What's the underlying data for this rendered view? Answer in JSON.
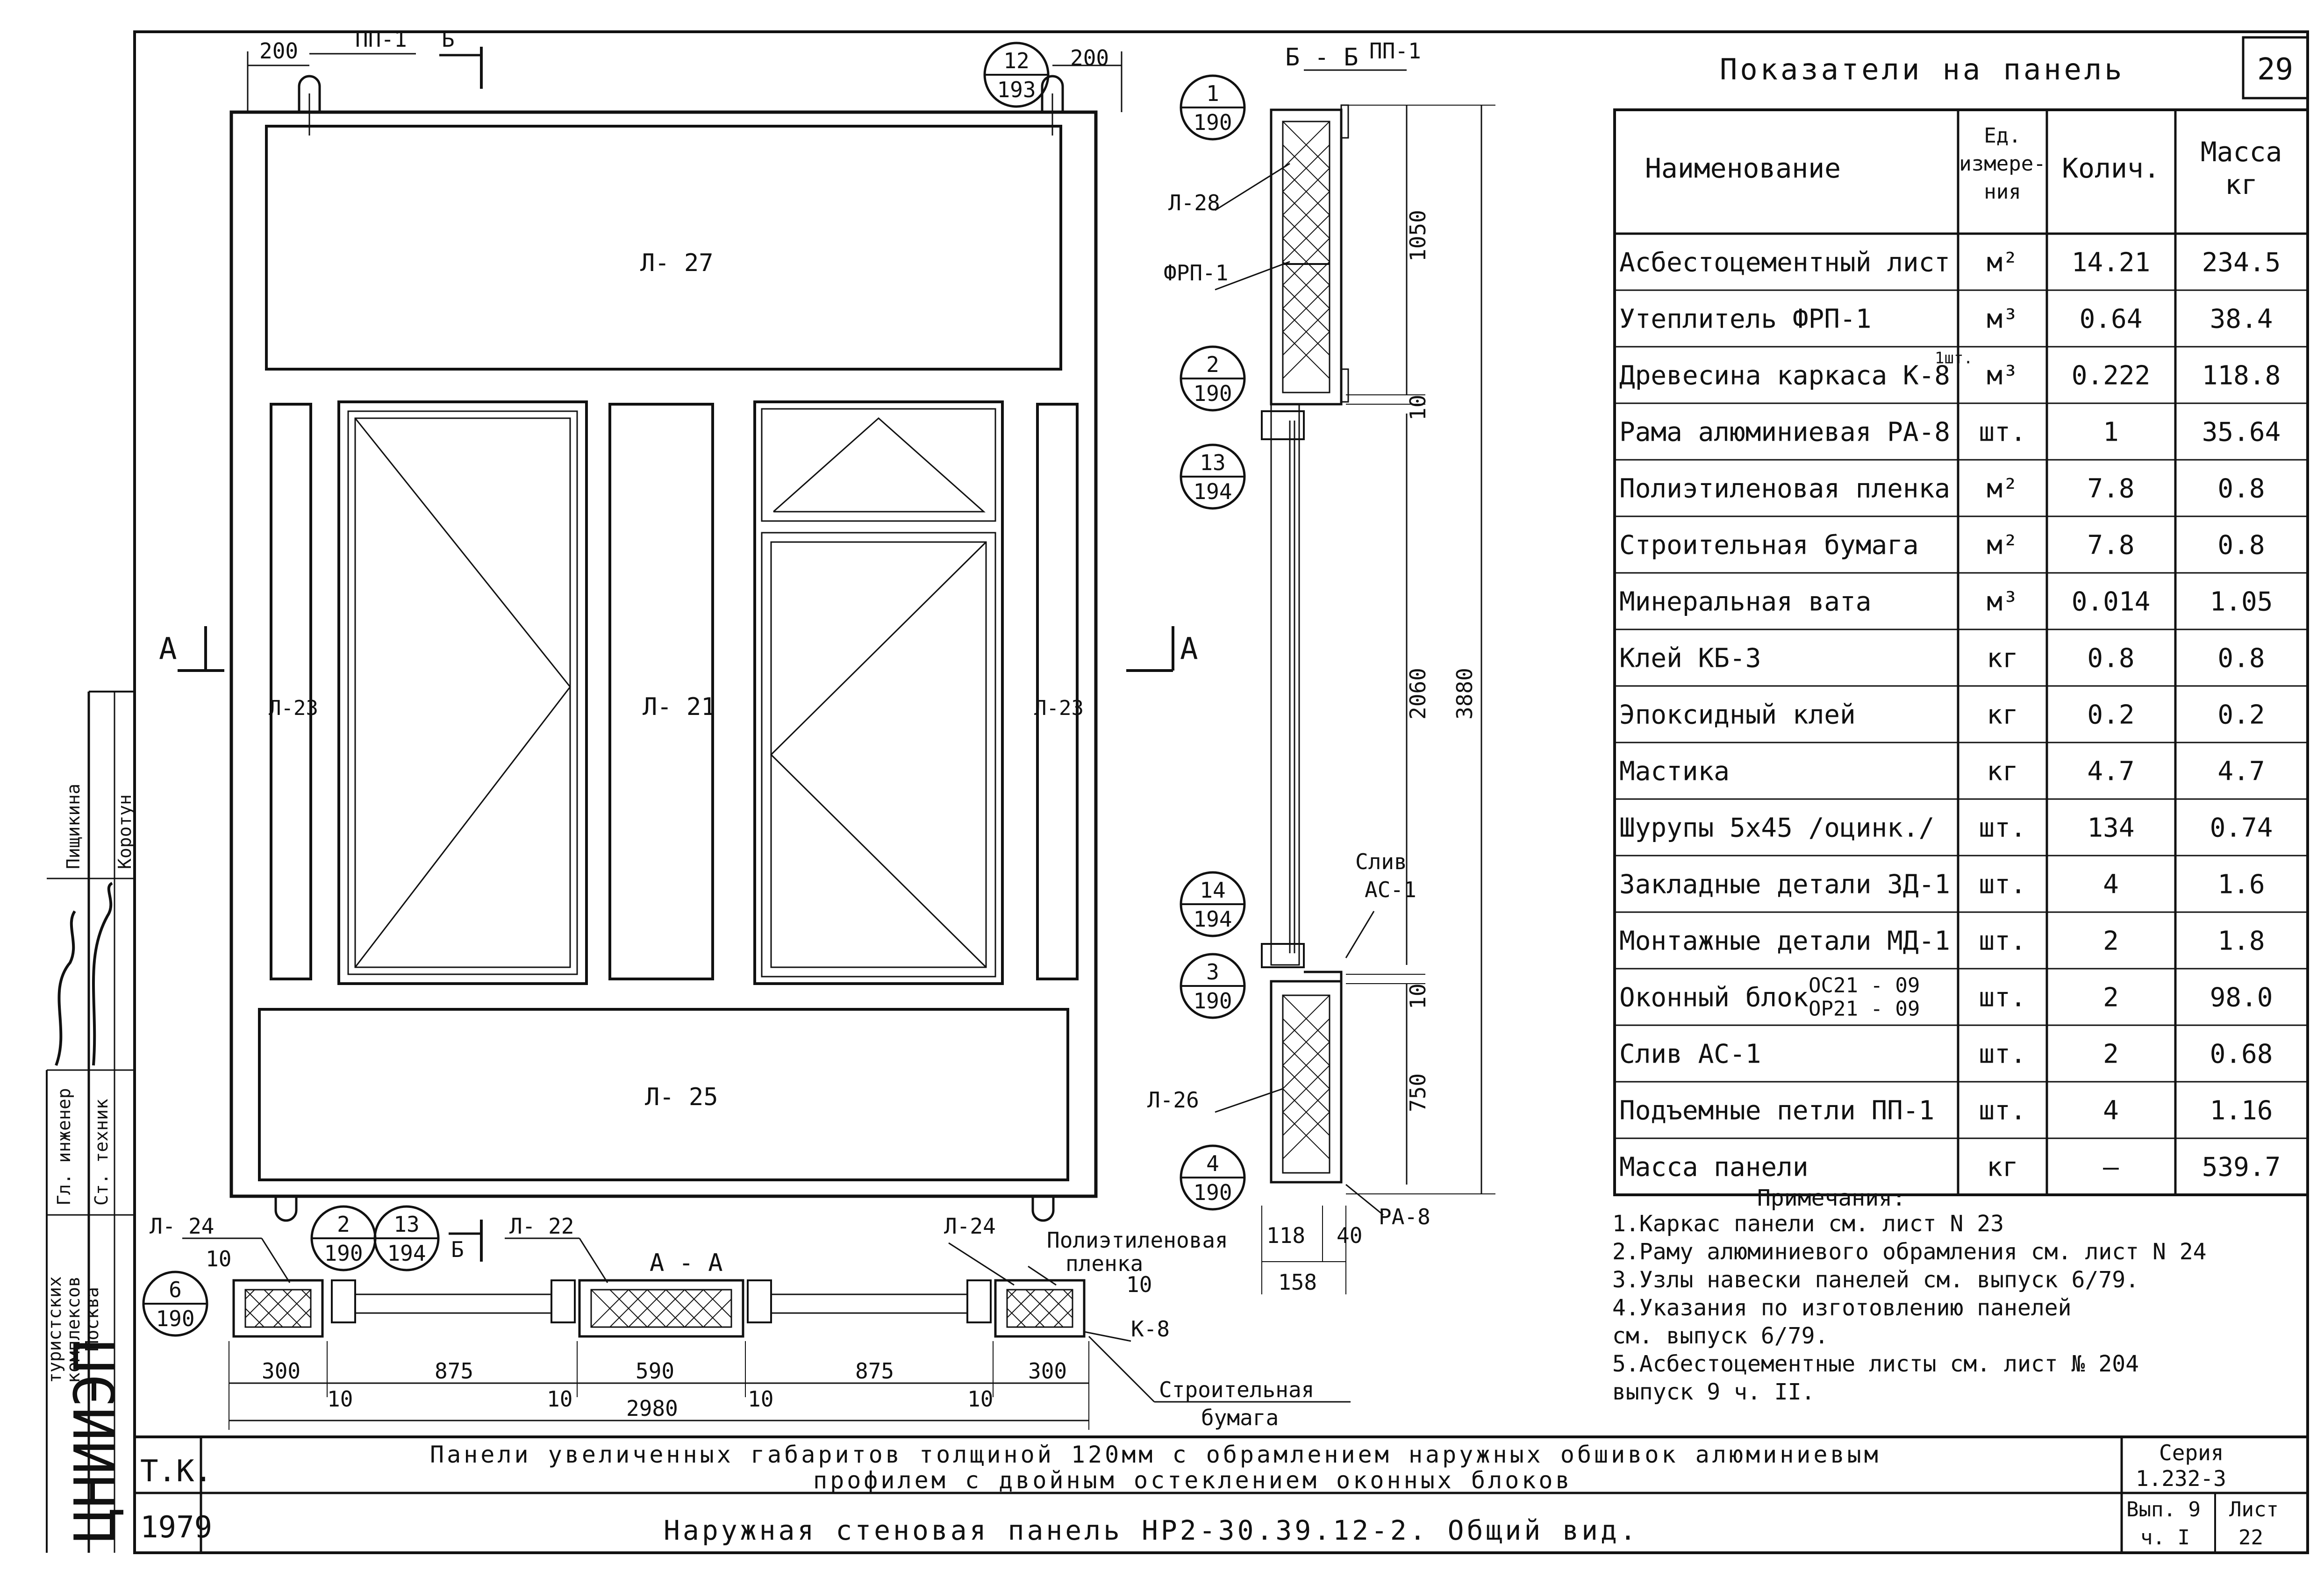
{
  "sheet_number": "29",
  "table": {
    "caption": "Показатели на панель",
    "headers": [
      "Наименование",
      "Ед. измере-ния",
      "Колич.",
      "Масса кг"
    ],
    "rows": [
      {
        "name": "Асбестоцементный лист",
        "unit": "м²",
        "qty": "14.21",
        "mass": "234.5"
      },
      {
        "name": "Утеплитель ФРП-1",
        "unit": "м³",
        "qty": "0.64",
        "mass": "38.4"
      },
      {
        "name": "Древесина каркаса К-8",
        "name_note": "1шт.",
        "unit": "м³",
        "qty": "0.222",
        "mass": "118.8"
      },
      {
        "name": "Рама алюминиевая РА-8",
        "unit": "шт.",
        "qty": "1",
        "mass": "35.64"
      },
      {
        "name": "Полиэтиленовая пленка",
        "unit": "м²",
        "qty": "7.8",
        "mass": "0.8"
      },
      {
        "name": "Строительная бумага",
        "unit": "м²",
        "qty": "7.8",
        "mass": "0.8"
      },
      {
        "name": "Минеральная вата",
        "unit": "м³",
        "qty": "0.014",
        "mass": "1.05"
      },
      {
        "name": "Клей КБ-3",
        "unit": "кг",
        "qty": "0.8",
        "mass": "0.8"
      },
      {
        "name": "Эпоксидный клей",
        "unit": "кг",
        "qty": "0.2",
        "mass": "0.2"
      },
      {
        "name": "Мастика",
        "unit": "кг",
        "qty": "4.7",
        "mass": "4.7"
      },
      {
        "name": "Шурупы 5х45 /оцинк./",
        "unit": "шт.",
        "qty": "134",
        "mass": "0.74"
      },
      {
        "name": "Закладные детали ЗД-1",
        "unit": "шт.",
        "qty": "4",
        "mass": "1.6"
      },
      {
        "name": "Монтажные детали МД-1",
        "unit": "шт.",
        "qty": "2",
        "mass": "1.8"
      },
      {
        "name": "Оконный блок",
        "name_sub1": "ОС21 - 09",
        "name_sub2": "ОР21 - 09",
        "unit": "шт.",
        "qty": "2",
        "mass": "98.0"
      },
      {
        "name": "Слив АС-1",
        "unit": "шт.",
        "qty": "2",
        "mass": "0.68"
      },
      {
        "name": "Подъемные петли ПП-1",
        "unit": "шт.",
        "qty": "4",
        "mass": "1.16"
      },
      {
        "name": "Масса панели",
        "unit": "кг",
        "qty": "—",
        "mass": "539.7"
      }
    ]
  },
  "notes": {
    "heading": "Примечания:",
    "items": [
      "1.Каркас панели см. лист N 23",
      "2.Раму алюминиевого обрамления см. лист N 24",
      "3.Узлы навески панелей см. выпуск 6/79.",
      "4.Указания по изготовлению панелей",
      "   см. выпуск 6/79.",
      "5.Асбестоцементные листы см. лист № 204",
      "   выпуск 9 ч. II."
    ]
  },
  "elevation": {
    "panels": {
      "top": "Л- 27",
      "bottom": "Л- 25",
      "middle": "Л- 21",
      "left": "Л-23",
      "right": "Л-23"
    },
    "dims_top": {
      "left": "200",
      "right": "200"
    },
    "tags": {
      "pp": "ПП-1",
      "b": "Б",
      "a": "А"
    }
  },
  "section_bb": {
    "title": "Б - Б",
    "tag": "ПП-1",
    "labels": {
      "l28": "Л-28",
      "frp": "ФРП-1",
      "l26": "Л-26",
      "sliv1": "Слив",
      "sliv2": "АС-1",
      "ra": "РА-8"
    },
    "dims": {
      "d1050": "1050",
      "d10a": "10",
      "d2060": "2060",
      "d3880": "3880",
      "d10b": "10",
      "d750": "750",
      "w118": "118",
      "w40": "40",
      "w158": "158"
    }
  },
  "section_aa": {
    "title": "А - А",
    "labels": {
      "l24a": "Л- 24",
      "l22": "Л- 22",
      "l24b": "Л-24",
      "pe1": "Полиэтиленовая",
      "pe2": "пленка",
      "k8": "К-8",
      "sb1": "Строительная",
      "sb2": "бумага"
    },
    "dims": {
      "s300a": "300",
      "s875a": "875",
      "s590": "590",
      "s875b": "875",
      "s300b": "300",
      "total": "2980",
      "g10": "10"
    }
  },
  "callouts": [
    {
      "top": "12",
      "bottom": "193"
    },
    {
      "top": "1",
      "bottom": "190"
    },
    {
      "top": "2",
      "bottom": "190"
    },
    {
      "top": "13",
      "bottom": "194"
    },
    {
      "top": "14",
      "bottom": "194"
    },
    {
      "top": "3",
      "bottom": "190"
    },
    {
      "top": "4",
      "bottom": "190"
    },
    {
      "top": "2",
      "bottom": "190"
    },
    {
      "top": "13",
      "bottom": "194"
    },
    {
      "top": "6",
      "bottom": "190"
    }
  ],
  "title_block": {
    "tk": "Т.К.",
    "year": "1979",
    "desc1": "Панели увеличенных габаритов толщиной 120мм с обрамлением наружных обшивок алюминиевым",
    "desc2": "профилем с двойным остеклением оконных блоков",
    "drawing": "Наружная стеновая панель НР2-30.39.12-2. Общий вид.",
    "series_label": "Серия",
    "series": "1.232-3",
    "issue_label": "Вып. 9",
    "part": "ч. I",
    "sheet_label": "Лист",
    "sheet": "22",
    "org": "ЦНИИЭП",
    "org_sub1": "туристских",
    "org_sub2": "комплексов",
    "org_sub3": "г. Москва",
    "role1": "Ст. техник",
    "role2": "Гл. инженер",
    "person1": "Коротун",
    "person2": "Пищикина"
  }
}
